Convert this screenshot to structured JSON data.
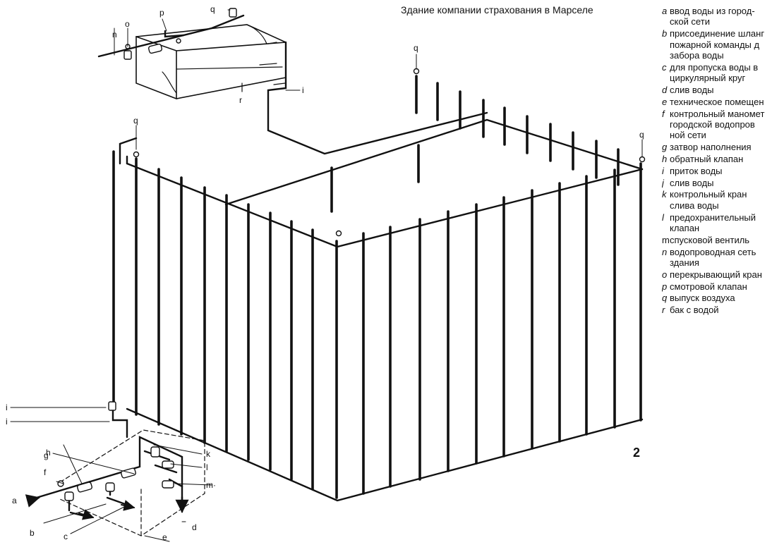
{
  "title": "Здание  компании страхования в Марселе",
  "figure_number": "2",
  "callouts": {
    "a": "a",
    "b": "b",
    "c": "c",
    "d": "d",
    "e": "e",
    "f": "f",
    "g": "g",
    "h": "h",
    "i": "i",
    "k": "k",
    "l": "l",
    "m": "m·",
    "n": "n",
    "o": "o",
    "p": "p",
    "q": "q",
    "r": "r"
  },
  "legend": [
    {
      "key": "a",
      "text": "ввод воды из город-\nской сети"
    },
    {
      "key": "b",
      "text": "присоединение шланг\nпожарной команды д\nзабора воды"
    },
    {
      "key": "c",
      "text": "для пропуска воды в\nциркулярный круг"
    },
    {
      "key": "d",
      "text": "слив воды"
    },
    {
      "key": "e",
      "text": "техническое помещен"
    },
    {
      "key": "f",
      "text": "контрольный маномет\nгородской водопров\nной сети"
    },
    {
      "key": "g",
      "text": "затвор наполнения"
    },
    {
      "key": "h",
      "text": "обратный клапан"
    },
    {
      "key": "i",
      "text": "приток воды"
    },
    {
      "key": "j",
      "text": "слив воды"
    },
    {
      "key": "k",
      "text": "контрольный кран\nслива воды"
    },
    {
      "key": "l",
      "text": "предохранительный\nклапан"
    },
    {
      "key": "m",
      "text": "спусковой вентиль"
    },
    {
      "key": "n",
      "text": "водопроводная сеть\nздания"
    },
    {
      "key": "o",
      "text": "перекрывающий кран"
    },
    {
      "key": "p",
      "text": "смотровой клапан"
    },
    {
      "key": "q",
      "text": "выпуск воздуха"
    },
    {
      "key": "r",
      "text": "бак с водой"
    }
  ]
}
